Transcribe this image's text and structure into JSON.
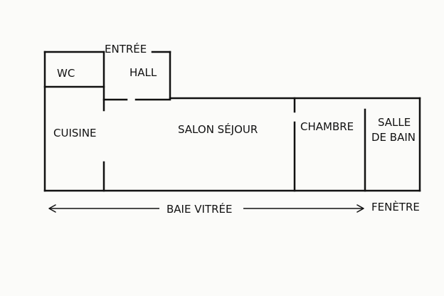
{
  "labels": {
    "entree": "ENTRÉE",
    "wc": "WC",
    "hall": "HALL",
    "cuisine": "CUISINE",
    "salon_sejour": "SALON SÉJOUR",
    "chambre": "CHAMBRE",
    "salle_de_bain_line1": "SALLE",
    "salle_de_bain_line2": "DE BAIN",
    "baie_vitree": "BAIE VITRÉE",
    "fenetre": "FENÈTRE"
  }
}
